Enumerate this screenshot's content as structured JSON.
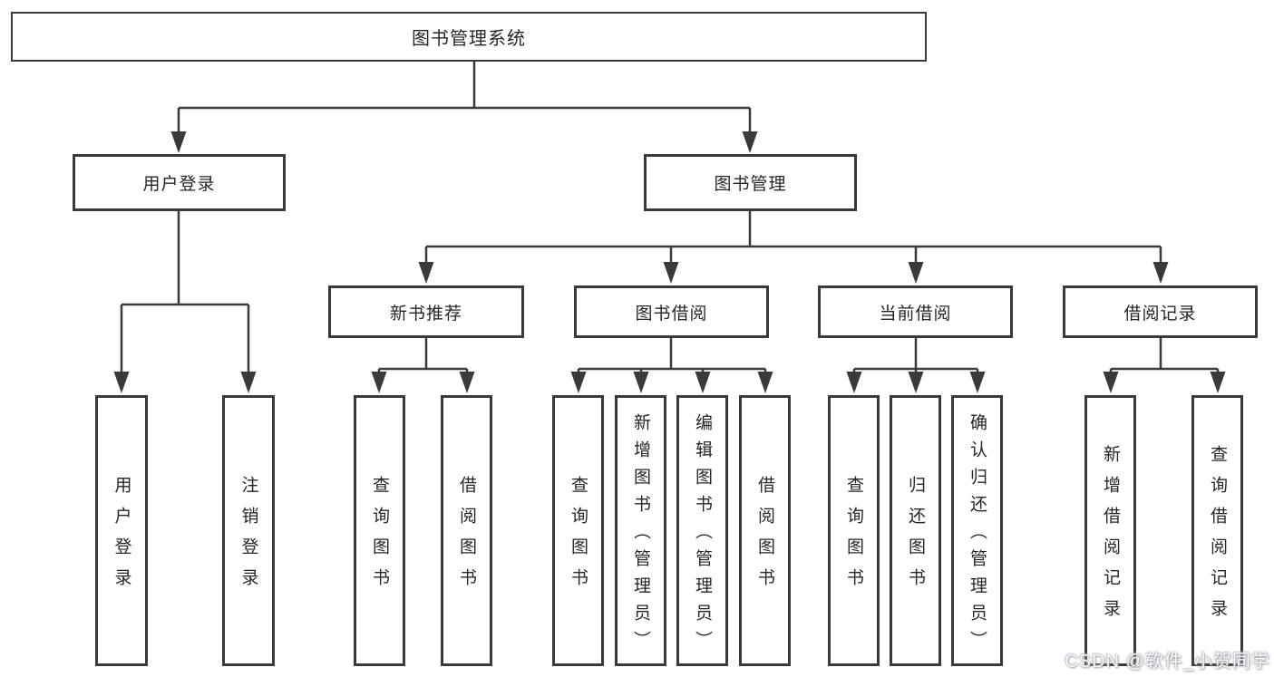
{
  "tree": {
    "root": {
      "label": "图书管理系统",
      "children": [
        {
          "label": "用户登录",
          "children": [
            {
              "label": "用户登录"
            },
            {
              "label": "注销登录"
            }
          ]
        },
        {
          "label": "图书管理",
          "children": [
            {
              "label": "新书推荐",
              "children": [
                {
                  "label": "查询图书"
                },
                {
                  "label": "借阅图书"
                }
              ]
            },
            {
              "label": "图书借阅",
              "children": [
                {
                  "label": "查询图书"
                },
                {
                  "label": "新增图书（管理员）"
                },
                {
                  "label": "编辑图书（管理员）"
                },
                {
                  "label": "借阅图书"
                }
              ]
            },
            {
              "label": "当前借阅",
              "children": [
                {
                  "label": "查询图书"
                },
                {
                  "label": "归还图书"
                },
                {
                  "label": "确认归还（管理员）"
                }
              ]
            },
            {
              "label": "借阅记录",
              "children": [
                {
                  "label": "新增借阅记录"
                },
                {
                  "label": "查询借阅记录"
                }
              ]
            }
          ]
        }
      ]
    }
  },
  "watermark": "CSDN @软件_小贺同学",
  "colors": {
    "line": "#3a3a3a",
    "text": "#262626",
    "box_background": "#ffffff",
    "page_background": "#ffffff",
    "watermark_halo": "#9aa0a8"
  }
}
